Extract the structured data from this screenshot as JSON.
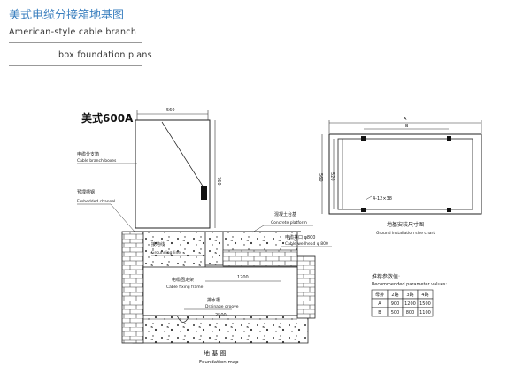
{
  "header": {
    "title_cn": "美式电缆分接箱地基图",
    "subtitle_en_1": "American-style cable branch",
    "subtitle_en_2": "box foundation plans"
  },
  "elevation": {
    "model": "美式600A",
    "dim_top": "560",
    "dim_height": "760",
    "dim_inner": "1200",
    "dim_bottom": "2500",
    "labels": {
      "box_cn": "电缆分支箱",
      "box_en": "Cable branch boxes",
      "channel_cn": "预埋槽钢",
      "channel_en": "Embedded channel",
      "ground_cn": "接地线",
      "ground_en": "Grounding line",
      "frame_cn": "电缆固定架",
      "frame_en": "Cable fixing frame",
      "groove_cn": "排水槽",
      "groove_en": "Drainage groove",
      "platform_cn": "混凝土台基",
      "platform_en": "Concrete platform",
      "well_cn": "电缆井口 φ800",
      "well_en": "Cable wellhead φ 800"
    },
    "caption_cn": "地 基 图",
    "caption_en": "Foundation map"
  },
  "plan": {
    "dim_a": "A",
    "dim_b": "B",
    "dim_560": "560",
    "dim_520": "520",
    "hole_label": "4-12×38",
    "caption_cn": "地基安装尺寸图",
    "caption_en": "Ground installation size chart"
  },
  "params": {
    "title_cn": "推荐参数值:",
    "title_en": "Recommended parameter values:",
    "headers": [
      "母排",
      "2路",
      "3路",
      "4路"
    ],
    "rows": [
      [
        "A",
        "900",
        "1200",
        "1500"
      ],
      [
        "B",
        "500",
        "800",
        "1100"
      ]
    ]
  }
}
